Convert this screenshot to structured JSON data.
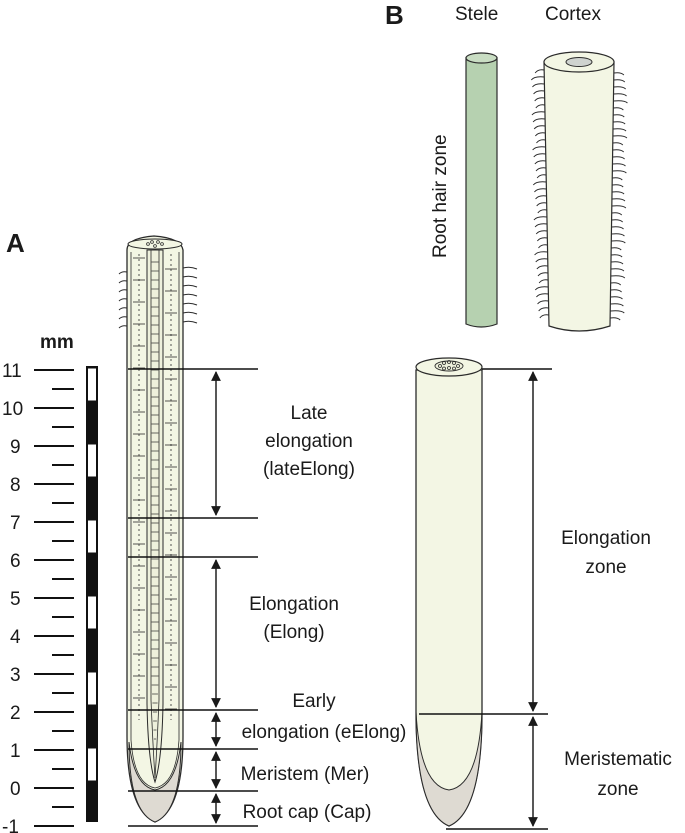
{
  "colors": {
    "tissue": "#f3f6e4",
    "stele": "#b6d1b0",
    "cap": "#dedad2",
    "outline": "#2b2b2b",
    "lumen": "#cfd3cf"
  },
  "panel_a": {
    "letter": "A",
    "scale_unit": "mm",
    "scale_ticks": [
      "11",
      "10",
      "9",
      "8",
      "7",
      "6",
      "5",
      "4",
      "3",
      "2",
      "1",
      "0",
      "-1"
    ],
    "zones": [
      {
        "id": "late",
        "lines": [
          "Late",
          "elongation",
          "(lateElong)"
        ]
      },
      {
        "id": "elong",
        "lines": [
          "Elongation",
          "(Elong)"
        ]
      },
      {
        "id": "early",
        "lines": [
          "Early",
          "elongation (eElong)"
        ]
      },
      {
        "id": "mer",
        "lines": [
          "Meristem (Mer)"
        ]
      },
      {
        "id": "cap",
        "lines": [
          "Root cap (Cap)"
        ]
      }
    ]
  },
  "panel_b": {
    "letter": "B",
    "stele_label": "Stele",
    "cortex_label": "Cortex",
    "root_hair_zone_label": "Root hair zone",
    "elongation_zone_lines": [
      "Elongation",
      "zone"
    ],
    "meristematic_zone_lines": [
      "Meristematic",
      "zone"
    ]
  }
}
